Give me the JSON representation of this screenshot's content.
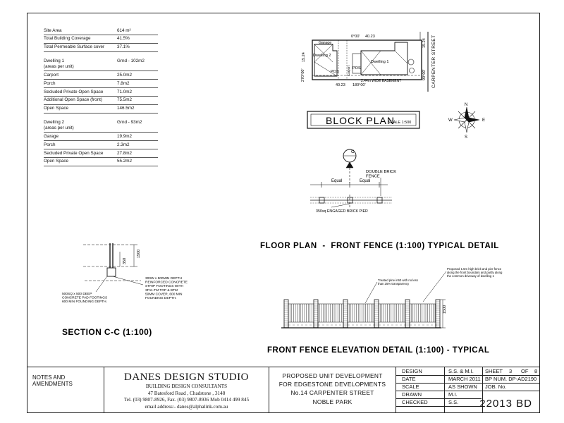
{
  "areas": {
    "group1": [
      {
        "label": "Site Area",
        "value": "614 m²"
      },
      {
        "label": "Total Building Coverage",
        "value": "41.5%"
      },
      {
        "label": "Total Permeable Surface cover",
        "value": "37.1%"
      }
    ],
    "group2": [
      {
        "label": "Dwelling 1\n(areas per unit)",
        "value": "Grnd - 102m2"
      },
      {
        "label": "Carport",
        "value": "25.0m2"
      },
      {
        "label": "Porch",
        "value": "7.8m2"
      },
      {
        "label": "Secluded Private Open Space",
        "value": "71.0m2"
      },
      {
        "label": "Additional Open Space (front)",
        "value": "75.5m2"
      },
      {
        "label": "Open Space",
        "value": "146.5m2"
      }
    ],
    "group3": [
      {
        "label": "Dwelling 2\n(areas per unit)",
        "value": "Grnd - 93m2"
      },
      {
        "label": "Garage",
        "value": "19.9m2"
      },
      {
        "label": "Porch",
        "value": "2.3m2"
      },
      {
        "label": "Secluded Private Open Space",
        "value": "27.8m2"
      },
      {
        "label": "Open Space",
        "value": "55.2m2"
      }
    ]
  },
  "block_plan": {
    "title": "BLOCK PLAN",
    "scale": "SCALE 1:500",
    "bearing_top": "0°00'",
    "dim_top": "40.23",
    "bearing_bottom": "180°00'",
    "dim_bottom": "40.23",
    "bearing_left": "270°00'",
    "dim_left": "15.24",
    "dim_right": "15.24",
    "bearing_right": "90°00'",
    "street_label": "CARPENTER STREET",
    "garage": "Garage",
    "dwelling2": "Dwelling 2",
    "dwelling1": "Dwelling 1",
    "pos1": "POS",
    "pos2": "POS",
    "carport": "Carport",
    "easement": "2.44m WIDE EASEMENT"
  },
  "compass": {
    "n": "N",
    "s": "S",
    "e": "E",
    "w": "W"
  },
  "fence_plan": {
    "marker": "C",
    "equal1": "Equal",
    "equal2": "Equal",
    "double_brick": "DOUBLE BRICK\nFENCE",
    "pier": "350sq ENGAGED BRICK PIER",
    "title": "FLOOR PLAN  -  FRONT FENCE (1:100) TYPICAL DETAIL"
  },
  "section": {
    "dim_1500": "1500",
    "dim_350": "350",
    "note_footing": "300W x 500MIN DEPTH\nREINFORCED CONCRETE\nSTRIP FOOTINGS WITH\n3F11-TM TOP & BTM\n50MM COVER, 600 MIN\nFOUNDING DEPTH.",
    "note_pad": "500SQ x 500 DEEP\nCONCRETE PAD FOOTINGS\n600 MIN FOUNDING DEPTH.",
    "title": "SECTION C-C (1:100)"
  },
  "elevation": {
    "note1": "Treated pine in60 with no less\nthan 25% transparency",
    "note2": "Proposed 1.5m high brick and pier fence\nalong the front boundary and partly along\nthe common driveway of dwelling 1",
    "dim": "1500",
    "title": "FRONT FENCE ELEVATION DETAIL (1:100) - TYPICAL"
  },
  "title_block": {
    "notes": "NOTES AND AMENDMENTS",
    "studio": "DANES DESIGN STUDIO",
    "consult": "BUILDING DESIGN CONSULTANTS",
    "address": "47 Batesford Road , Chadstone , 3148",
    "tel": "Tel. (03) 9807-8926, Fax. (03) 9807-8936 Mob 0414 499 845",
    "email": "email address:- danes@alphalink.com.au",
    "project_l1": "PROPOSED UNIT DEVELOPMENT",
    "project_l2": "FOR EDGESTONE DEVELOPMENTS",
    "project_l3": "No.14 CARPENTER STREET",
    "project_l4": "NOBLE PARK",
    "design_k": "DESIGN",
    "design_v": "S.S. & M.I.",
    "date_k": "DATE",
    "date_v": "MARCH 2011",
    "scale_k": "SCALE",
    "scale_v": "AS SHOWN",
    "drawn_k": "DRAWN",
    "drawn_v": "M.I.",
    "checked_k": "CHECKED",
    "checked_v": "S.S.",
    "sheet_k": "SHEET",
    "sheet_v": "3",
    "sheet_of": "OF",
    "sheet_total": "8",
    "bp_num": "BP NUM. DP-AD2190",
    "job_k": "JOB. No.",
    "job_v": "22013 BD"
  }
}
